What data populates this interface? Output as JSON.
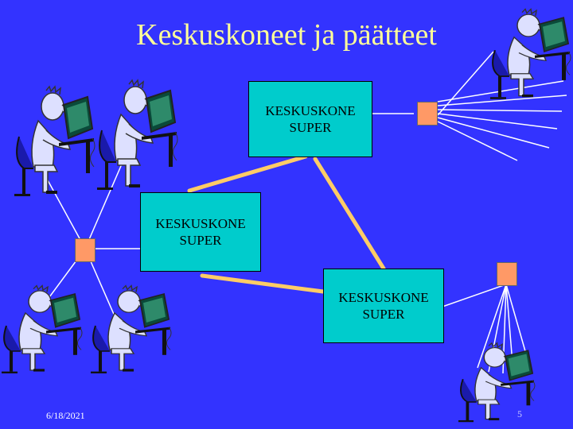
{
  "slide": {
    "title": "Keskuskoneet ja päätteet",
    "date": "6/18/2021",
    "page_number": "5"
  },
  "mainframes": [
    {
      "line1": "KESKUSKONE",
      "line2": "SUPER"
    },
    {
      "line1": "KESKUSKONE",
      "line2": "SUPER"
    },
    {
      "line1": "KESKUSKONE",
      "line2": "SUPER"
    }
  ],
  "colors": {
    "background": "#3333ff",
    "title": "#ffff99",
    "mainframe": "#00cccc",
    "hub": "#ff9966",
    "trunk_link": "#ffcc66",
    "terminal_link": "#ffffff"
  },
  "icons": [
    "terminal-user-icon",
    "hub-icon"
  ]
}
